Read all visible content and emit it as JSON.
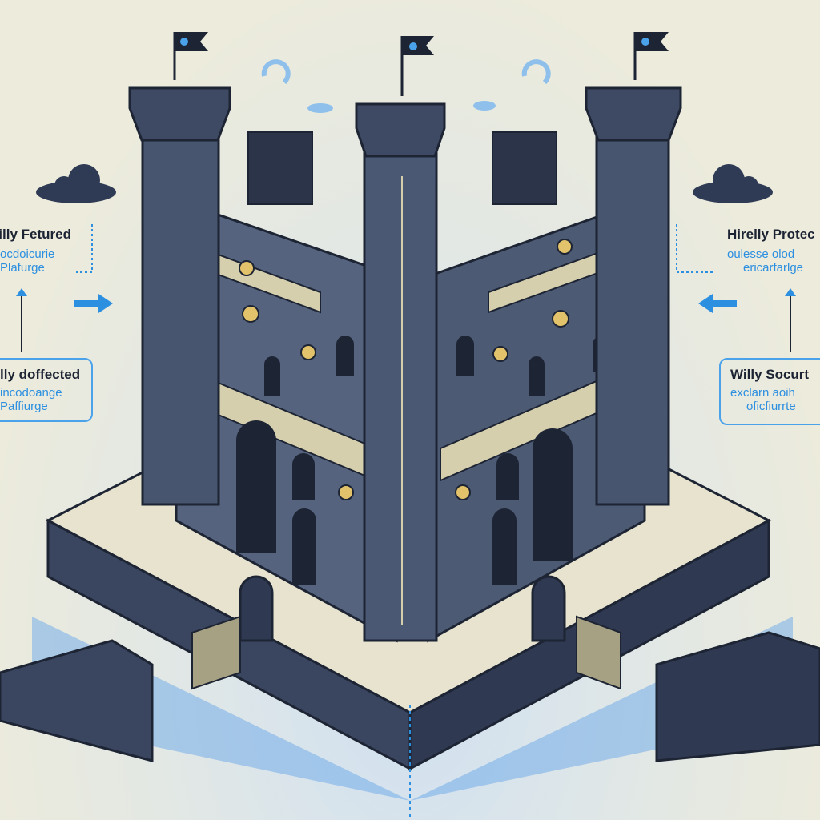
{
  "labels": {
    "top_left": {
      "title": "Hilly Fetured",
      "sub1": "ocdoicurie",
      "sub2": "Plafurge"
    },
    "bottom_left": {
      "title": "lly doffected",
      "sub1": "incodoange",
      "sub2": "Paffiurge"
    },
    "top_right": {
      "title": "Hirelly Protec",
      "sub1": "oulesse olod",
      "sub2": "ericarfarlge"
    },
    "bottom_right": {
      "title": "Willy Socurt",
      "sub1": "exclarn aoih",
      "sub2": "oficfiurrte"
    }
  },
  "colors": {
    "stone": "#4b5a75",
    "stone_dark": "#2f3a4f",
    "accent": "#2c8fe0",
    "parchment": "#e9e6d2",
    "trim": "#c9bf9c"
  }
}
